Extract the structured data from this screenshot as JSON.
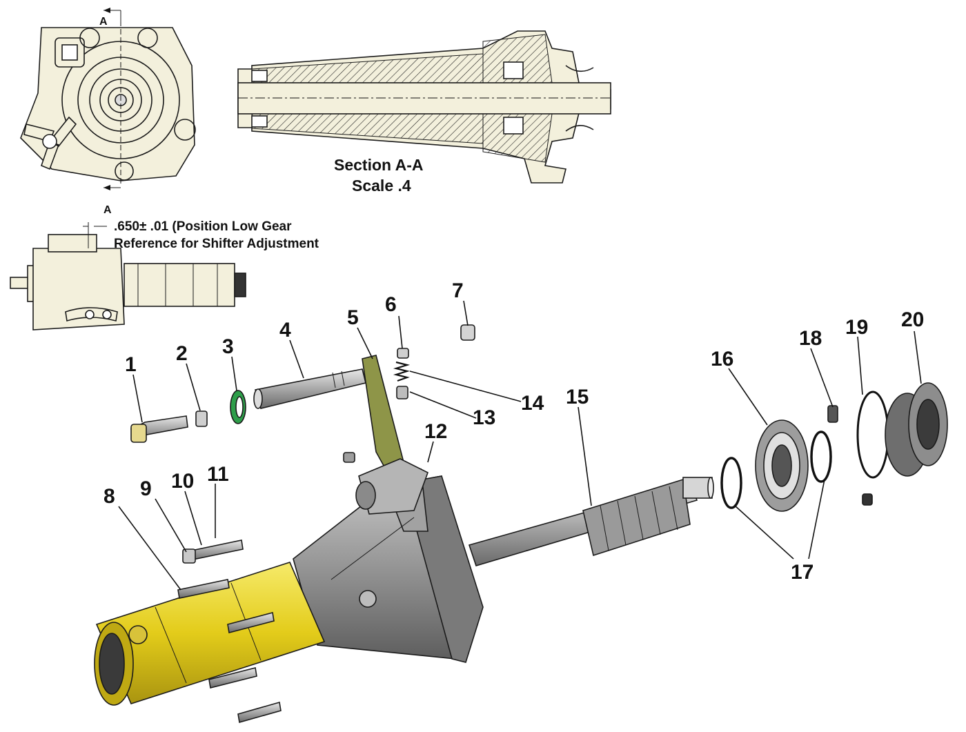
{
  "section": {
    "title": "Section A-A",
    "scale": "Scale .4",
    "cut_letter_top": "A",
    "cut_letter_bottom": "A"
  },
  "dimension_note": {
    "line1": ".650± .01 (Position Low Gear",
    "line2": "Reference for Shifter Adjustment"
  },
  "callouts": [
    "1",
    "2",
    "3",
    "4",
    "5",
    "6",
    "7",
    "8",
    "9",
    "10",
    "11",
    "12",
    "13",
    "14",
    "15",
    "16",
    "17",
    "18",
    "19",
    "20"
  ],
  "colors": {
    "housing_gray": "#8c8c8c",
    "cylinder_yellow": "#e8d21a",
    "drawing_cream": "#f3f0dc",
    "seal_green": "#2e9e4a",
    "fork_olive": "#8e9548"
  }
}
